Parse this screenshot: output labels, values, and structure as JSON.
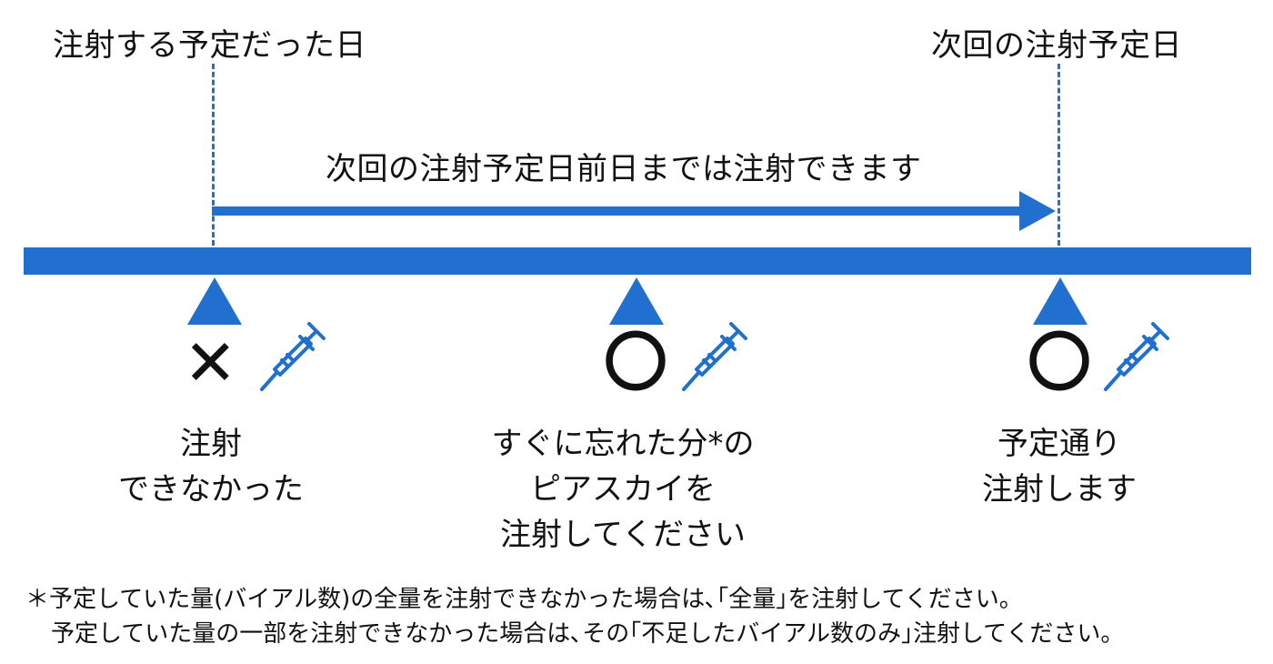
{
  "labels": {
    "scheduled_day": "注射する予定だった日",
    "next_scheduled_day": "次回の注射予定日",
    "range": "次回の注射予定日前日までは注射できます"
  },
  "cases": [
    {
      "mark": "✕",
      "lines": [
        "注射",
        "できなかった"
      ]
    },
    {
      "mark": "〇",
      "lines": [
        "すぐに忘れた分*の",
        "ピアスカイを",
        "注射してください"
      ]
    },
    {
      "mark": "〇",
      "lines": [
        "予定通り",
        "注射します"
      ]
    }
  ],
  "icons": [
    "syringe-icon",
    "syringe-icon",
    "syringe-icon"
  ],
  "notes": {
    "line1": "＊予定していた量(バイアル数)の全量を注射できなかった場合は､｢全量｣を注射してください。",
    "line2": "予定していた量の一部を注射できなかった場合は､その｢不足したバイアル数のみ｣注射してください。"
  },
  "colors": {
    "accent": "#2170cf",
    "text": "#111111"
  }
}
